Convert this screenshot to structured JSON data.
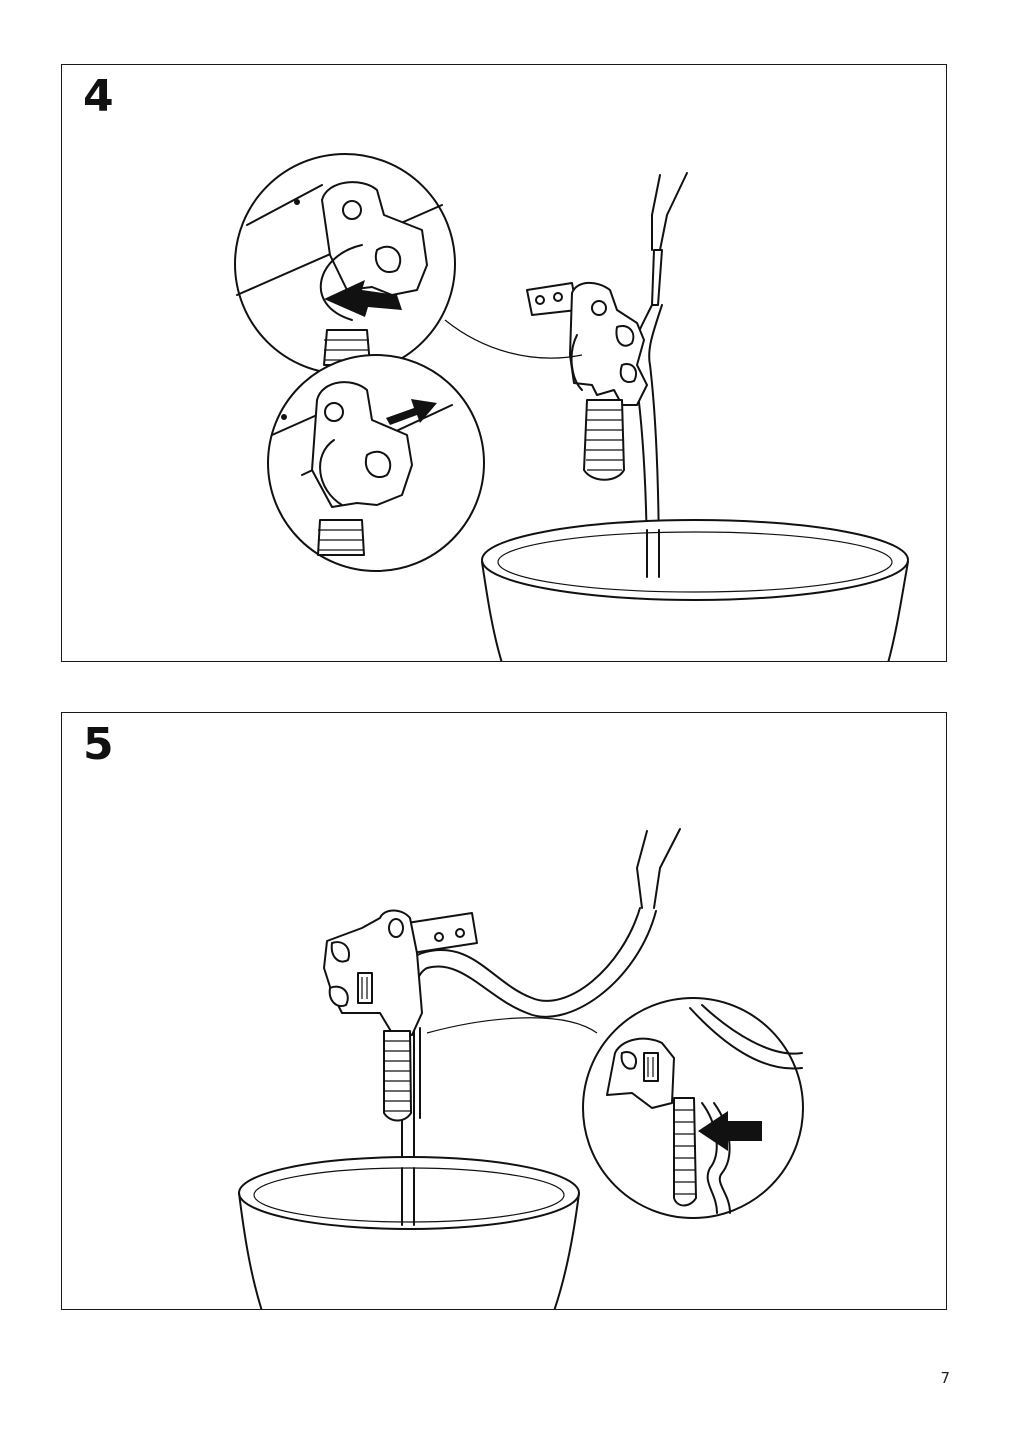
{
  "steps": [
    {
      "number": "4"
    },
    {
      "number": "5"
    }
  ],
  "page_number": "7"
}
